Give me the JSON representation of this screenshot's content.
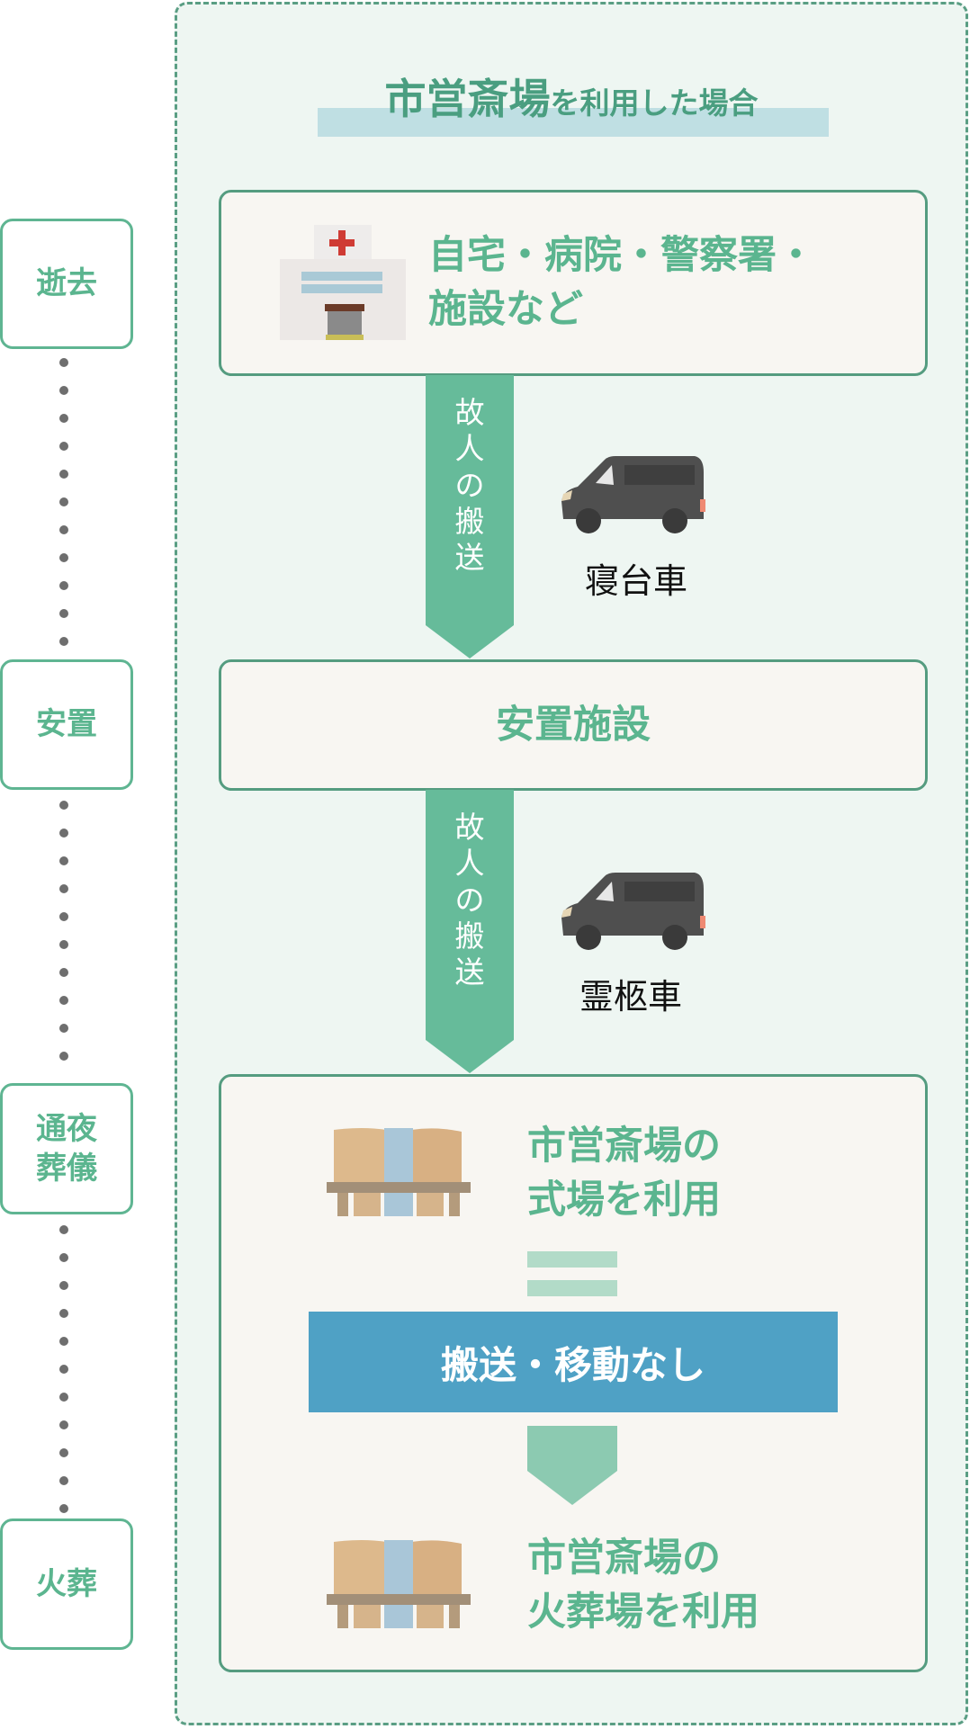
{
  "title": {
    "main": "市営斎場",
    "sub": "を利用した場合"
  },
  "steps": [
    {
      "label": "逝去"
    },
    {
      "label": "安置"
    },
    {
      "label_line1": "通夜",
      "label_line2": "葬儀"
    },
    {
      "label": "火葬"
    }
  ],
  "boxes": {
    "death_place_line1": "自宅・病院・警察署・",
    "death_place_line2": "施設など",
    "rest_facility": "安置施設",
    "funeral_line1": "市営斎場の",
    "funeral_line2": "式場を利用",
    "cremation_line1": "市営斎場の",
    "cremation_line2": "火葬場を利用"
  },
  "transport": [
    {
      "chars": [
        "故",
        "人",
        "の",
        "搬",
        "送"
      ],
      "vehicle": "寝台車"
    },
    {
      "chars": [
        "故",
        "人",
        "の",
        "搬",
        "送"
      ],
      "vehicle": "霊柩車"
    }
  ],
  "no_transport": "搬送・移動なし",
  "colors": {
    "green": "#5bb58f",
    "arrow": "#66bb9a",
    "blue": "#4fa1c5",
    "box_bg": "#f8f6f2",
    "outer_bg": "#eef6f2"
  }
}
